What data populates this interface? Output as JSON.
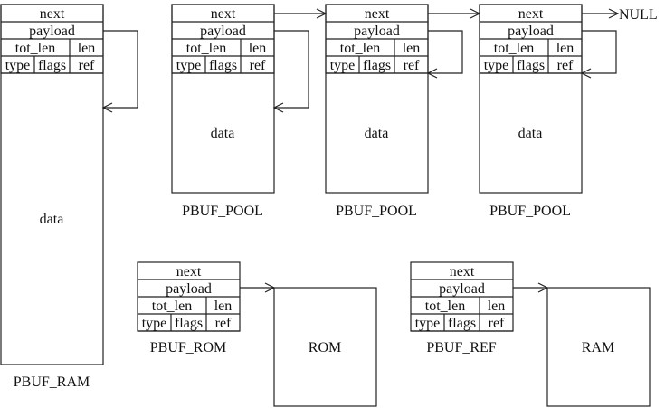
{
  "fields": {
    "next": "next",
    "payload": "payload",
    "tot_len": "tot_len",
    "len": "len",
    "type": "type",
    "flags": "flags",
    "ref": "ref"
  },
  "data_label": "data",
  "null_label": "NULL",
  "pbufs": [
    {
      "id": "ram",
      "caption": "PBUF_RAM",
      "data": "data"
    },
    {
      "id": "pool1",
      "caption": "PBUF_POOL",
      "data": "data"
    },
    {
      "id": "pool2",
      "caption": "PBUF_POOL",
      "data": "data"
    },
    {
      "id": "pool3",
      "caption": "PBUF_POOL",
      "data": "data"
    },
    {
      "id": "rom",
      "caption": "PBUF_ROM",
      "target": "ROM"
    },
    {
      "id": "ref",
      "caption": "PBUF_REF",
      "target": "RAM"
    }
  ]
}
